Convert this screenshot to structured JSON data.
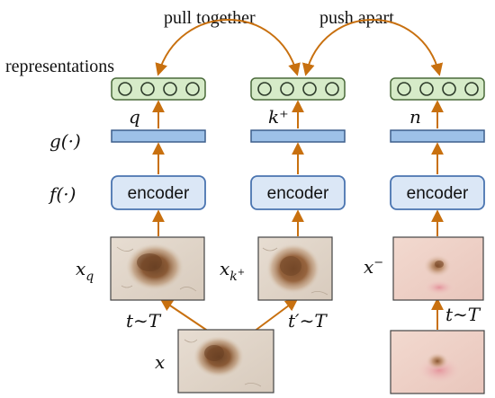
{
  "labels": {
    "pull_together": "pull together",
    "push_apart": "push apart",
    "representations": "representations",
    "g_func": "g(·)",
    "f_func": "f(·)",
    "q": "q",
    "k_plus": "k⁺",
    "n": "n",
    "x_q": "x_q",
    "x_k_plus": "x_{k⁺}",
    "x_minus": "x⁻",
    "x": "x",
    "t_T_left": "t∼T",
    "t_prime_T": "t′∼T",
    "t_T_right": "t∼T"
  },
  "encoder_label": "encoder",
  "colors": {
    "arrow": "#c8700f",
    "rep_fill": "#d6ebc8",
    "rep_stroke": "#4a6a3a",
    "proj_fill": "#9dc1e8",
    "proj_stroke": "#3d5f8c",
    "enc_fill": "#dbe7f6",
    "enc_stroke": "#4a74b0"
  }
}
